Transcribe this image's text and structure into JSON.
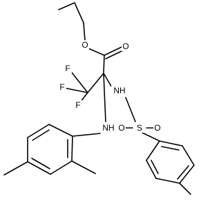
{
  "atom_labels": {
    "ester_oxygen": "O",
    "carbonyl_oxygen": "O",
    "fluorine_1": "F",
    "fluorine_2": "F",
    "fluorine_3": "F",
    "nh_sulfonamide": "NH",
    "nh_aniline": "NH",
    "sulfur": "S",
    "sulfonyl_oxygen_left": "O",
    "sulfonyl_oxygen_right": "O"
  },
  "colors": {
    "bond": "#000000",
    "background": "#ffffff"
  }
}
